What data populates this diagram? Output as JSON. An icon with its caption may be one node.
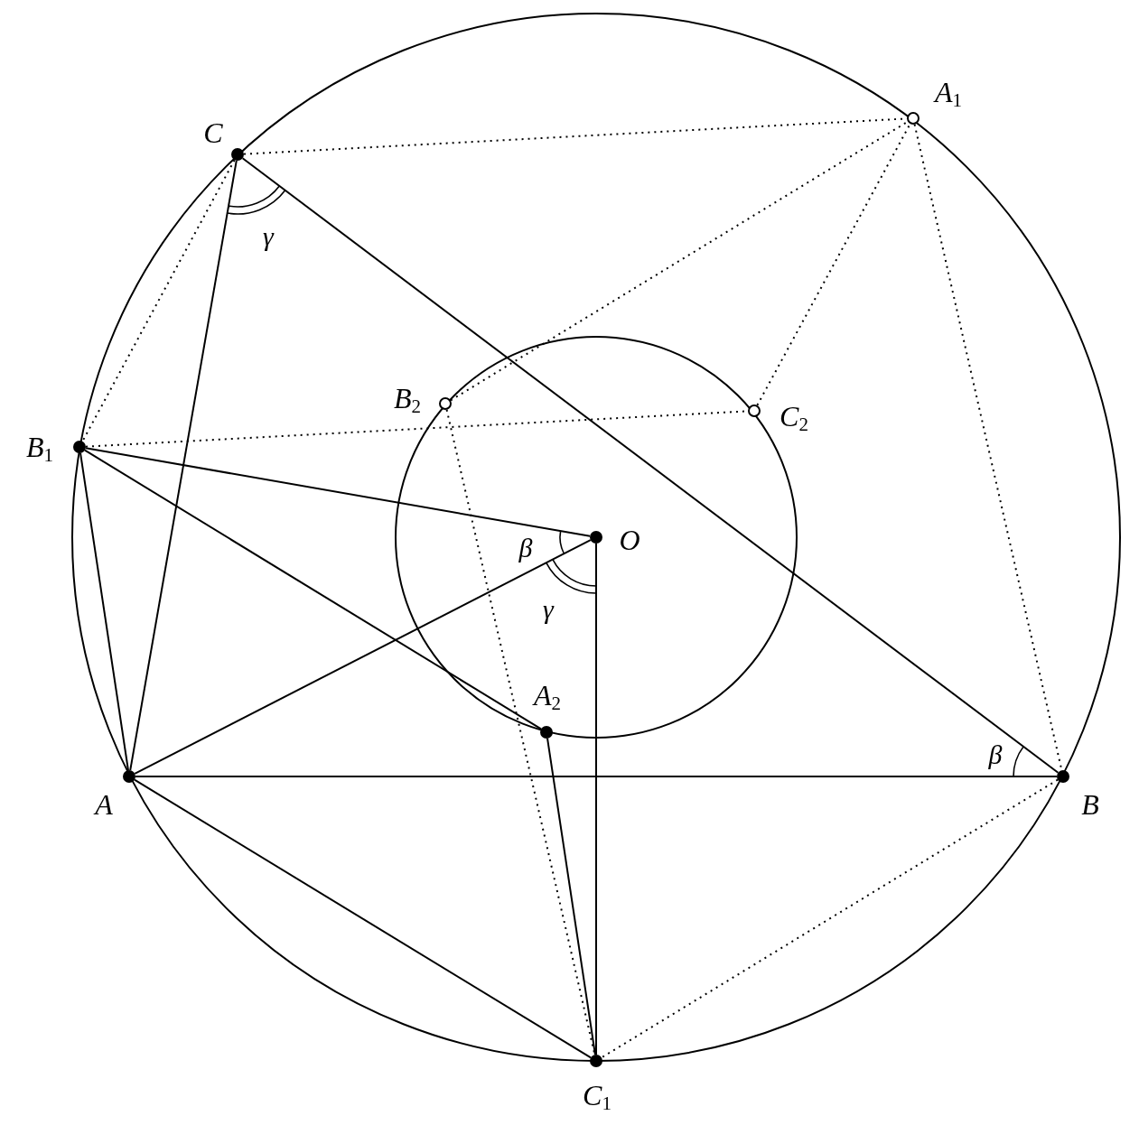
{
  "diagram": {
    "nodes": [
      {
        "text": [],
        "shape": "dot",
        "beside": [
          "C"
        ]
      },
      {
        "text": [],
        "shape": "circle",
        "beside": [
          "A$_{1}$"
        ]
      },
      {
        "text": [],
        "shape": "circle",
        "beside": [
          "B$_{2}$"
        ]
      },
      {
        "text": [],
        "shape": "circle",
        "beside": [
          "C$_{2}$"
        ]
      },
      {
        "text": [],
        "shape": "dot",
        "beside": [
          "B$_{1}$"
        ]
      },
      {
        "text": [],
        "shape": "dot",
        "beside": [
          "O"
        ]
      },
      {
        "text": [],
        "shape": "dot",
        "beside": [
          "A$_{2}$"
        ]
      },
      {
        "text": [],
        "shape": "dot",
        "beside": [
          "A"
        ]
      },
      {
        "text": [],
        "shape": "dot",
        "beside": [
          "B"
        ]
      },
      {
        "text": [],
        "shape": "dot",
        "beside": [
          "C$_{1}$"
        ]
      }
    ],
    "edges": [
      {
        "from": 7,
        "to": 0,
        "arrow": "none"
      },
      {
        "from": 0,
        "to": 8,
        "arrow": "none"
      },
      {
        "from": 7,
        "to": 8,
        "arrow": "none"
      },
      {
        "from": 4,
        "to": 7,
        "arrow": "none"
      },
      {
        "from": 4,
        "to": 5,
        "arrow": "none"
      },
      {
        "from": 4,
        "to": 6,
        "arrow": "none"
      },
      {
        "from": 7,
        "to": 5,
        "arrow": "none"
      },
      {
        "from": 5,
        "to": 9,
        "arrow": "none"
      },
      {
        "from": 7,
        "to": 9,
        "arrow": "none"
      },
      {
        "from": 6,
        "to": 9,
        "arrow": "none"
      },
      {
        "from": 0,
        "to": 1,
        "arrow": "none",
        "style": "dashed"
      },
      {
        "from": 0,
        "to": 4,
        "arrow": "none",
        "style": "dashed"
      },
      {
        "from": 4,
        "to": 3,
        "arrow": "none",
        "style": "dashed"
      },
      {
        "from": 2,
        "to": 1,
        "arrow": "none",
        "style": "dashed"
      },
      {
        "from": 3,
        "to": 1,
        "arrow": "none",
        "style": "dashed"
      },
      {
        "from": 1,
        "to": 8,
        "arrow": "none",
        "style": "dashed"
      },
      {
        "from": 8,
        "to": 9,
        "arrow": "none",
        "style": "dashed"
      },
      {
        "from": 2,
        "to": 9,
        "arrow": "none",
        "style": "dashed"
      }
    ],
    "labels": [
      "γ",
      "β",
      "γ",
      "β"
    ]
  }
}
